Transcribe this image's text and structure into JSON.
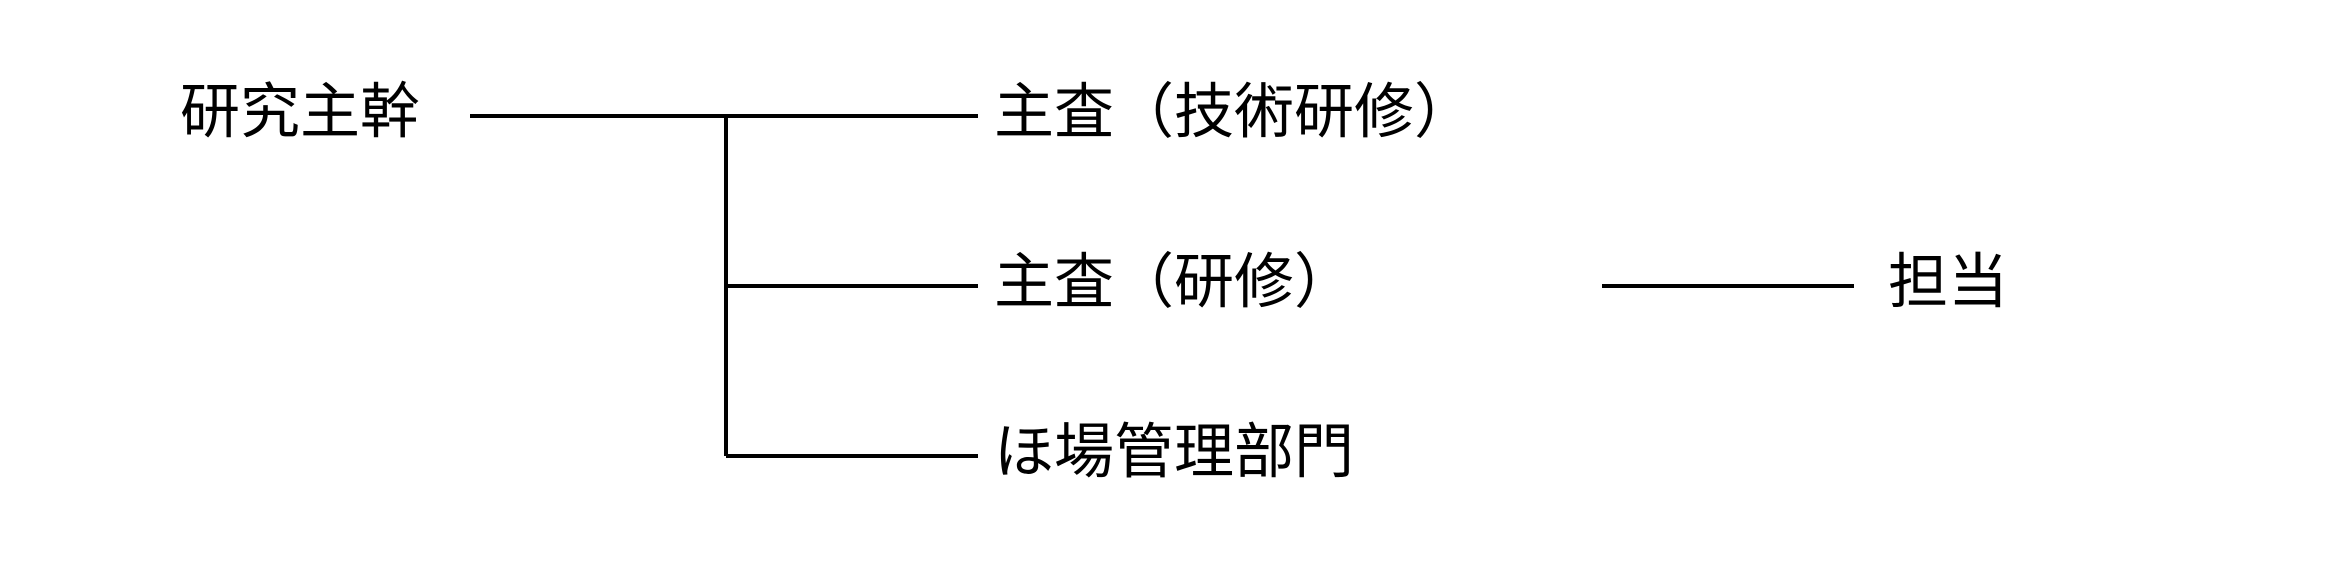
{
  "diagram": {
    "nodes": {
      "root": "研究主幹",
      "child_1": "主査（技術研修）",
      "child_2": "主査（研修）",
      "child_3": "ほ場管理部門",
      "grandchild": "担当"
    },
    "line_color": "#000000",
    "text_color": "#000000",
    "background": "#ffffff"
  }
}
